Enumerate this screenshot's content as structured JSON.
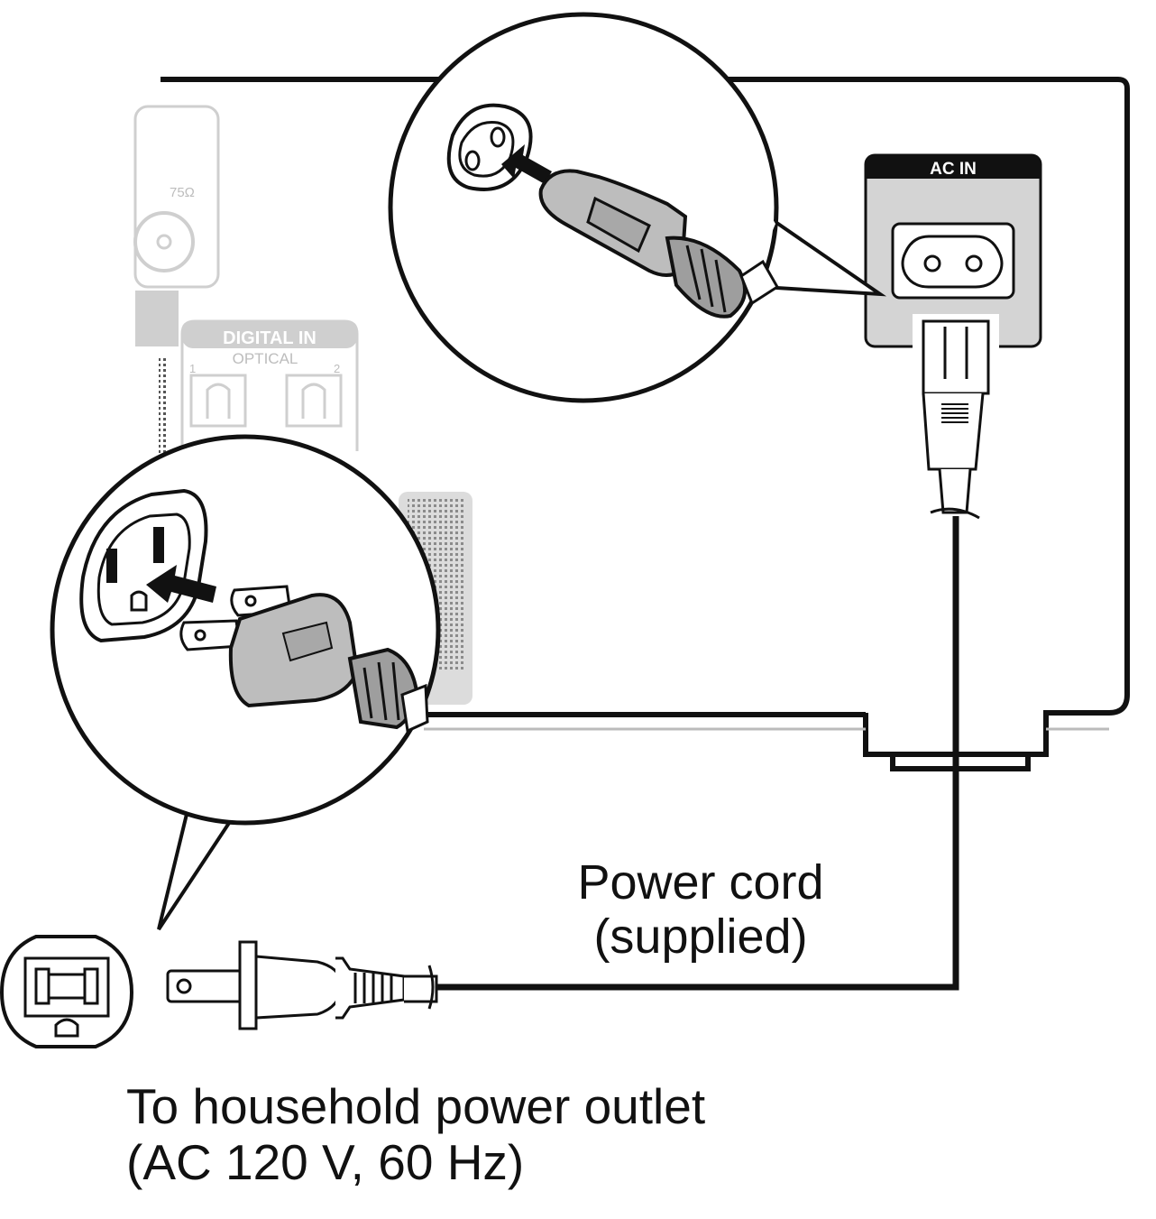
{
  "panel_labels": {
    "antenna_impedance": "75Ω",
    "digital_in": "DIGITAL IN",
    "optical": "OPTICAL",
    "optical_port_1": "1",
    "optical_port_2": "2",
    "ac_in": "AC IN"
  },
  "captions": {
    "power_cord_line1": "Power cord",
    "power_cord_line2": "(supplied)",
    "outlet_line1": "To household power outlet",
    "outlet_line2": "(AC 120 V, 60 Hz)"
  }
}
